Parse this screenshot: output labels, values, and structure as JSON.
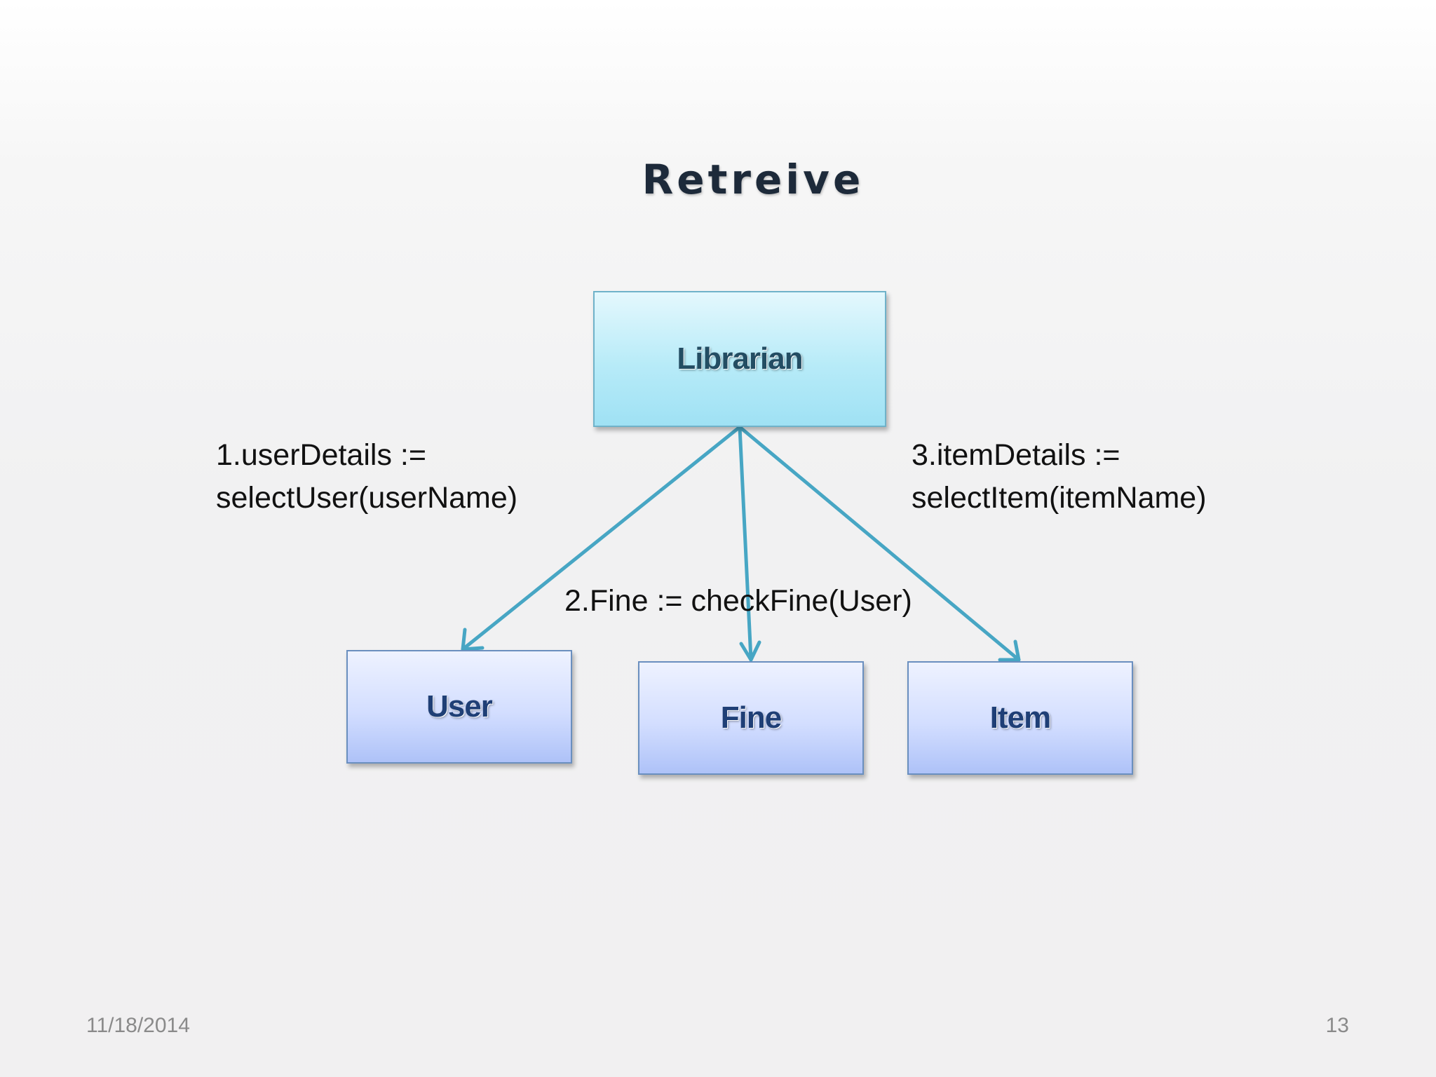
{
  "title": "Retreive",
  "diagram": {
    "actor": {
      "label": "Librarian"
    },
    "objects": [
      {
        "id": "user",
        "label": "User"
      },
      {
        "id": "fine",
        "label": "Fine"
      },
      {
        "id": "item",
        "label": "Item"
      }
    ],
    "messages": [
      {
        "to": "user",
        "lines": [
          "1.userDetails :=",
          "selectUser(userName)"
        ]
      },
      {
        "to": "fine",
        "lines": [
          "2.Fine := checkFine(User)"
        ]
      },
      {
        "to": "item",
        "lines": [
          "3.itemDetails :=",
          "selectItem(itemName)"
        ]
      }
    ],
    "colors": {
      "connector": "#47a6c4",
      "actor_fill": "#b7ebf8",
      "object_fill": "#d3deff",
      "actor_text": "#234d63",
      "object_text": "#1f3f76"
    }
  },
  "footer": {
    "date": "11/18/2014",
    "page_number": "13"
  }
}
